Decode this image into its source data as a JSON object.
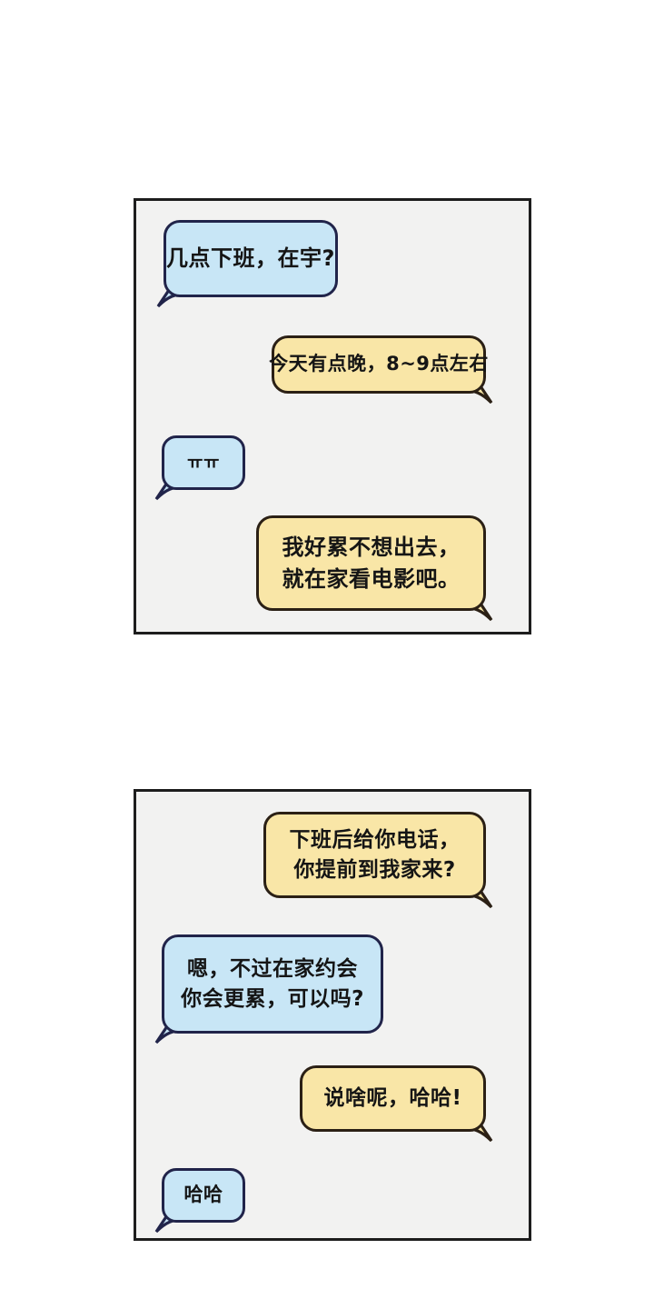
{
  "colors": {
    "page_bg": "#ffffff",
    "panel_bg": "#f2f2f1",
    "panel_border": "#1d1d1d",
    "blue_bubble_fill": "#c8e6f6",
    "blue_bubble_border": "#21244a",
    "yellow_bubble_fill": "#f9e6a7",
    "yellow_bubble_border": "#2b2015",
    "text_color": "#151515"
  },
  "panels": [
    {
      "bubbles": [
        {
          "side": "left",
          "lines": [
            "几点下班，在宇?"
          ]
        },
        {
          "side": "right",
          "lines": [
            "今天有点晚，8~9点左右"
          ]
        },
        {
          "side": "left",
          "lines": [
            "ㅠㅠ"
          ]
        },
        {
          "side": "right",
          "lines": [
            "我好累不想出去，",
            "就在家看电影吧。"
          ]
        }
      ]
    },
    {
      "bubbles": [
        {
          "side": "right",
          "lines": [
            "下班后给你电话，",
            "你提前到我家来?"
          ]
        },
        {
          "side": "left",
          "lines": [
            "嗯，不过在家约会",
            "你会更累，可以吗?"
          ]
        },
        {
          "side": "right",
          "lines": [
            "说啥呢，哈哈!"
          ]
        },
        {
          "side": "left",
          "lines": [
            "哈哈"
          ]
        }
      ]
    }
  ]
}
